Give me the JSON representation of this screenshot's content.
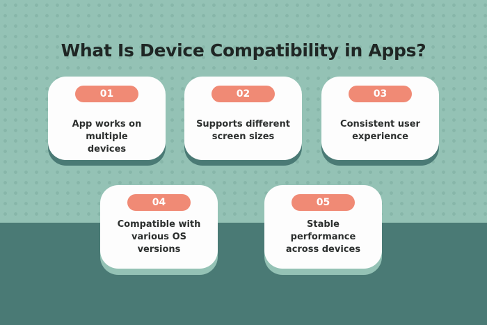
{
  "title": "What Is Device Compatibility in Apps?",
  "colors": {
    "background_top": "#94c2b5",
    "background_bottom": "#4a7a75",
    "badge": "#f08a75",
    "card": "#fdfdfd"
  },
  "items": [
    {
      "number": "01",
      "text": "App works on multiple devices"
    },
    {
      "number": "02",
      "text": "Supports different screen sizes"
    },
    {
      "number": "03",
      "text": "Consistent user experience"
    },
    {
      "number": "04",
      "text": "Compatible with various OS versions"
    },
    {
      "number": "05",
      "text": "Stable performance across devices"
    }
  ]
}
